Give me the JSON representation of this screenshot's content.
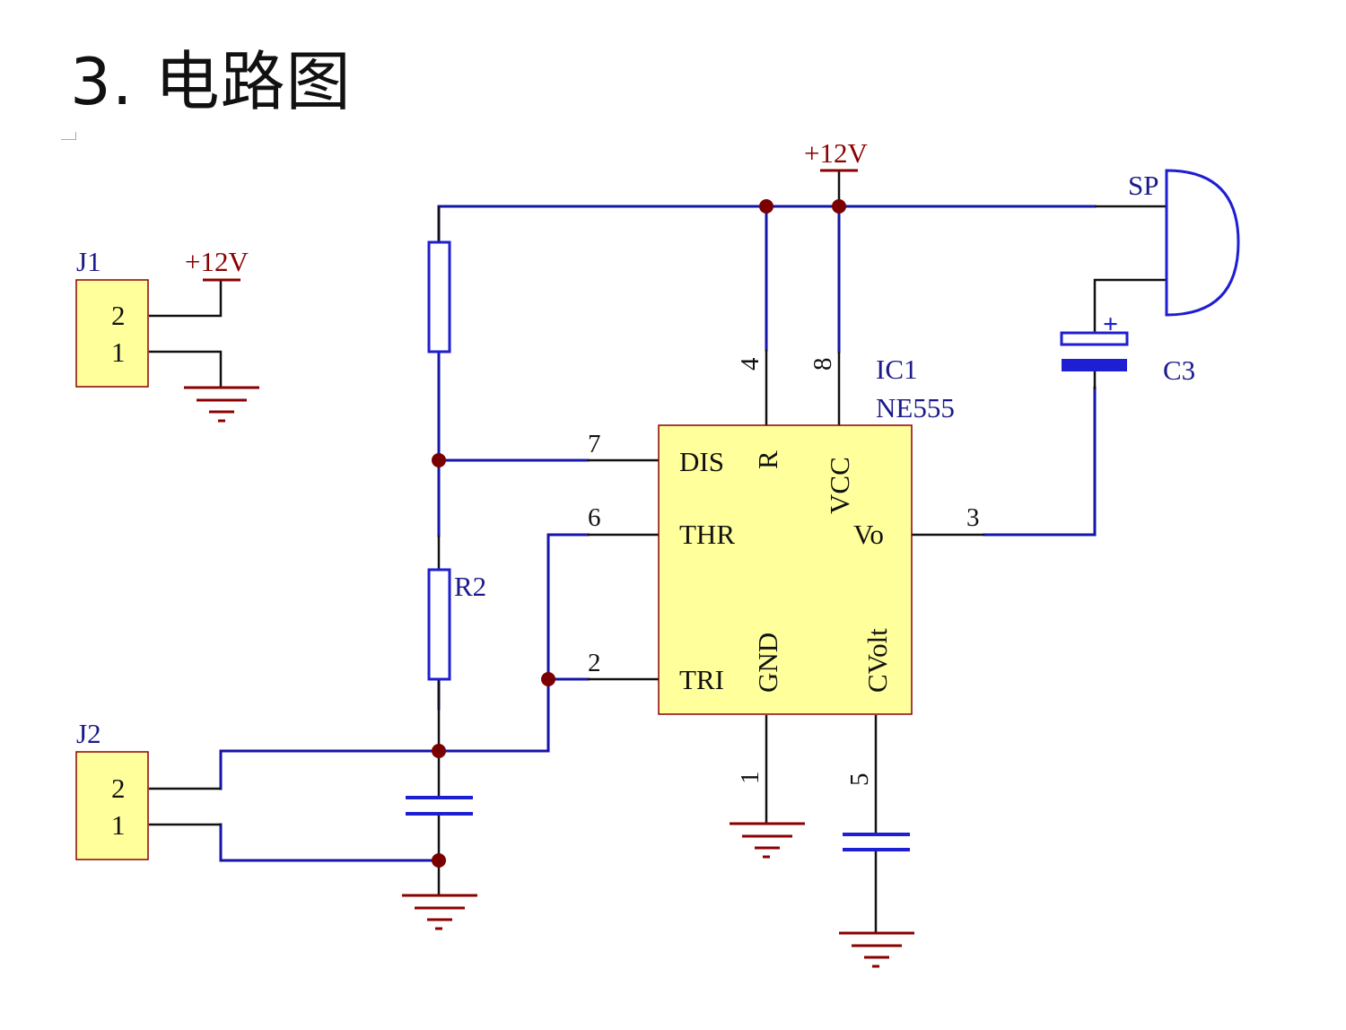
{
  "header": {
    "title": "3. 电路图"
  },
  "colors": {
    "wire": "#1515a8",
    "component": "#1e1ed2",
    "junction": "#7a0000",
    "power": "#8b0000",
    "ic_fill": "#ffff9c",
    "ic_border": "#8b0000",
    "pin_wire": "#111111"
  },
  "connectors": {
    "j1": {
      "ref": "J1",
      "pin2": "2",
      "pin1": "1"
    },
    "j2": {
      "ref": "J2",
      "pin2": "2",
      "pin1": "1"
    }
  },
  "power": {
    "vcc_label_j1": "+12V",
    "vcc_label_top": "+12V"
  },
  "resistors": {
    "r2": "R2"
  },
  "capacitors": {
    "c3": "C3",
    "c3_polarity": "+"
  },
  "speaker": {
    "ref": "SP"
  },
  "ic": {
    "ref": "IC1",
    "part": "NE555",
    "pins": {
      "dis": "DIS",
      "thr": "THR",
      "tri": "TRI",
      "reset": "R",
      "vcc": "VCC",
      "vo": "Vo",
      "gnd": "GND",
      "cvolt": "CVolt"
    },
    "pin_numbers": {
      "p7": "7",
      "p6": "6",
      "p2": "2",
      "p4": "4",
      "p8": "8",
      "p3": "3",
      "p1": "1",
      "p5": "5"
    }
  }
}
